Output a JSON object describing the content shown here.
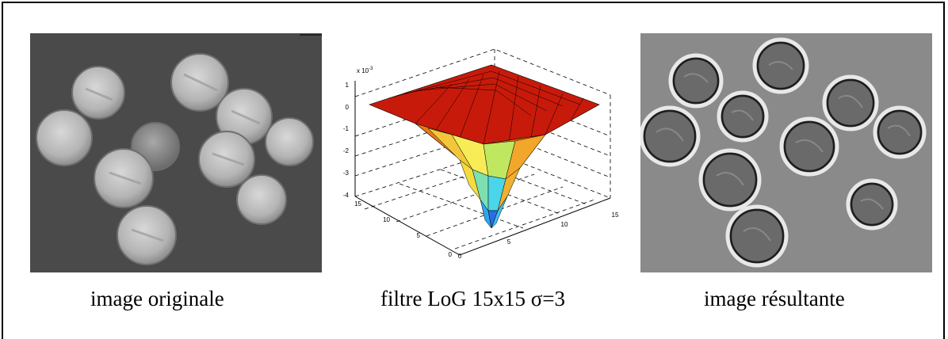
{
  "panels": [
    {
      "caption": "image originale",
      "background": "#4a4a4a"
    },
    {
      "caption": "filtre LoG 15x15 σ=3"
    },
    {
      "caption": "image résultante",
      "background": "#8a8a8a"
    }
  ],
  "plot": {
    "z_multiplier": "x 10",
    "z_exponent": "-3",
    "z_ticks": [
      "1",
      "0",
      "-1",
      "-2",
      "-3",
      "-4"
    ],
    "x_ticks": [
      "0",
      "5",
      "10",
      "15"
    ],
    "y_ticks": [
      "0",
      "5",
      "10",
      "15"
    ]
  }
}
